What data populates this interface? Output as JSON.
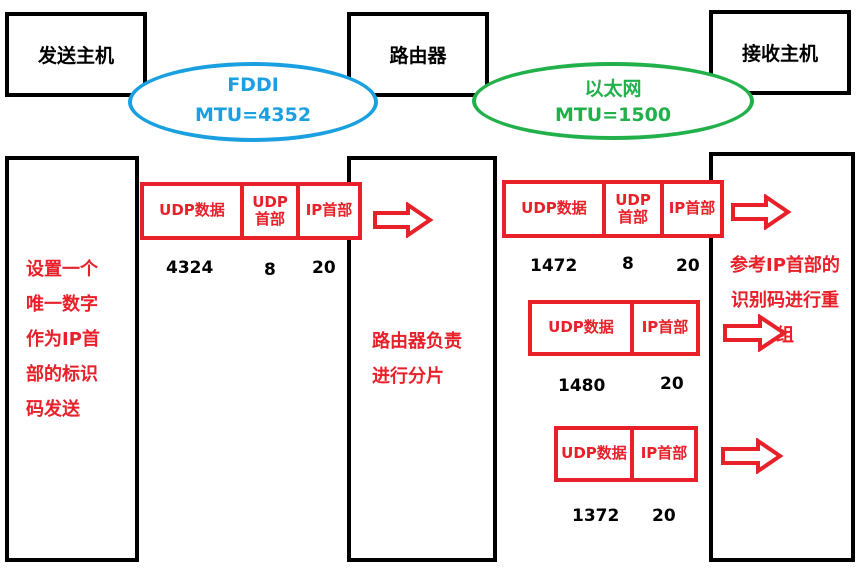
{
  "headers": {
    "sender": "发送主机",
    "router": "路由器",
    "receiver": "接收主机"
  },
  "networks": {
    "fddi": {
      "name": "FDDI",
      "mtu": "MTU=4352",
      "color": "#1aa0e0"
    },
    "ethernet": {
      "name": "以太网",
      "mtu": "MTU=1500",
      "color": "#22b04a"
    }
  },
  "sender": {
    "note_lines": [
      "设置一个",
      "唯一数字",
      "作为IP首",
      "部的标识",
      "码发送"
    ]
  },
  "router": {
    "note_lines": [
      "路由器负责",
      "进行分片"
    ]
  },
  "receiver": {
    "note_lines": [
      "参考IP首部的",
      "识别码进行重",
      "组"
    ]
  },
  "original_packet": {
    "udp_data": "UDP数据",
    "udp_header": "UDP\n首部",
    "ip_header": "IP首部",
    "sizes": [
      "4324",
      "8",
      "20"
    ]
  },
  "fragment1": {
    "udp_data": "UDP数据",
    "udp_header": "UDP\n首部",
    "ip_header": "IP首部",
    "sizes": [
      "1472",
      "8",
      "20"
    ]
  },
  "fragment2": {
    "udp_data": "UDP数据",
    "ip_header": "IP首部",
    "sizes": [
      "1480",
      "20"
    ]
  },
  "fragment3": {
    "udp_data": "UDP数据",
    "ip_header": "IP首部",
    "sizes": [
      "1372",
      "20"
    ]
  },
  "accent_color": "#e8202a"
}
